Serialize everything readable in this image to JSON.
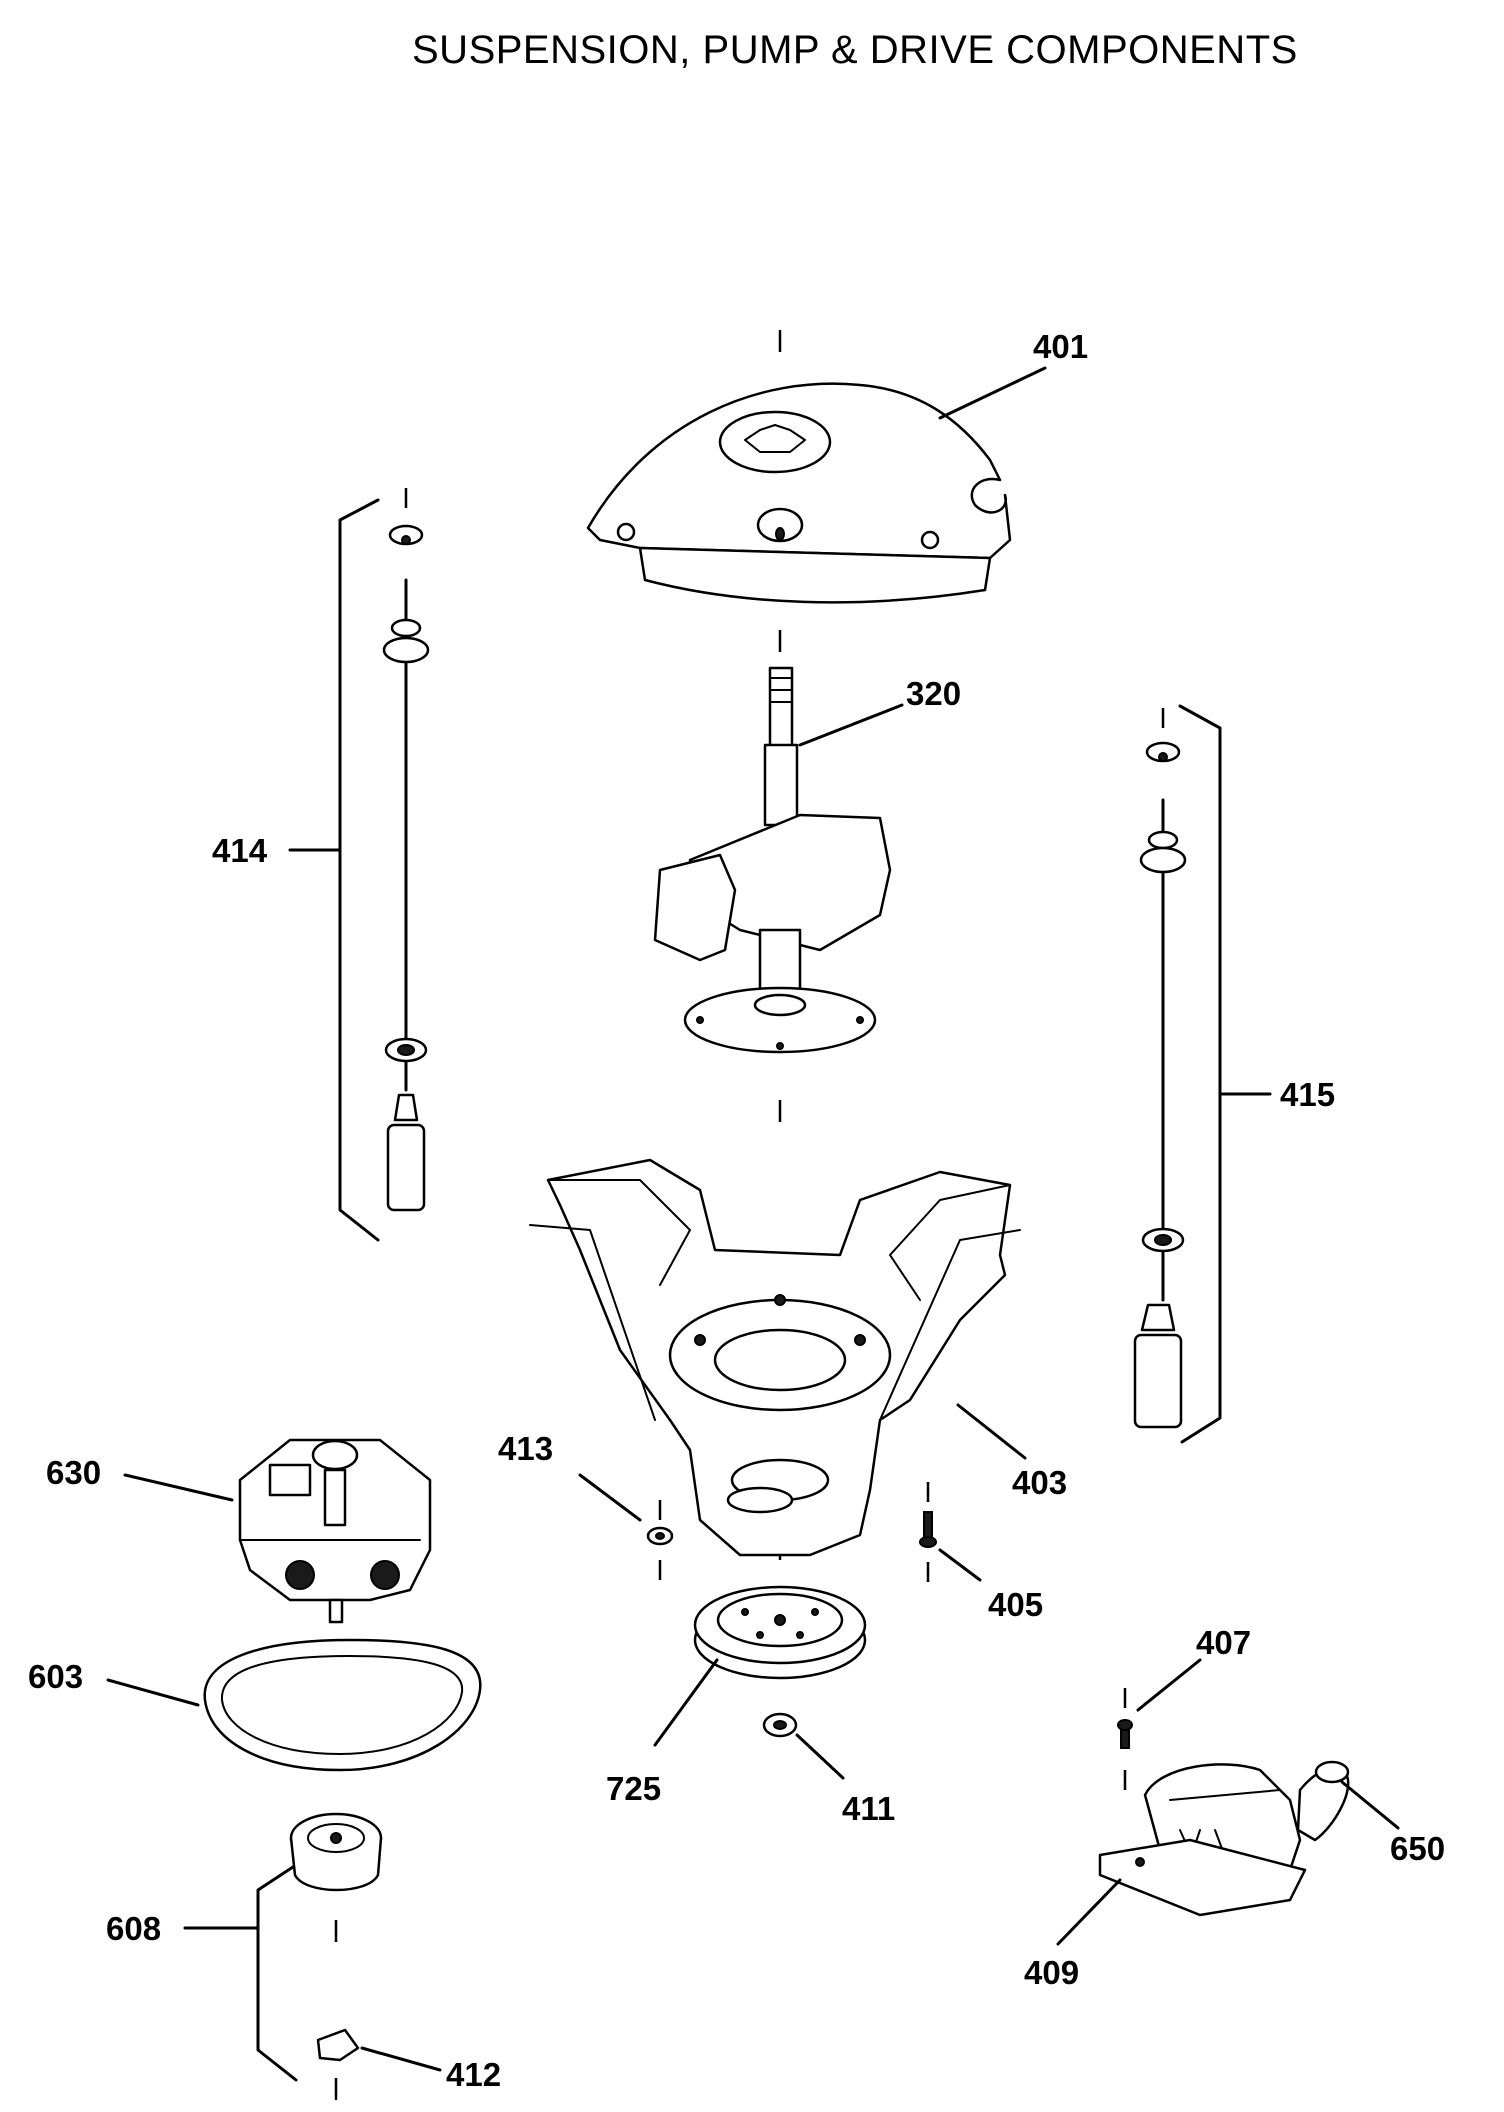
{
  "title": "SUSPENSION, PUMP & DRIVE COMPONENTS",
  "callouts": {
    "p401": "401",
    "p320": "320",
    "p414": "414",
    "p415": "415",
    "p630": "630",
    "p413": "413",
    "p403": "403",
    "p405": "405",
    "p407": "407",
    "p603": "603",
    "p725": "725",
    "p411": "411",
    "p650": "650",
    "p608": "608",
    "p409": "409",
    "p412": "412"
  }
}
